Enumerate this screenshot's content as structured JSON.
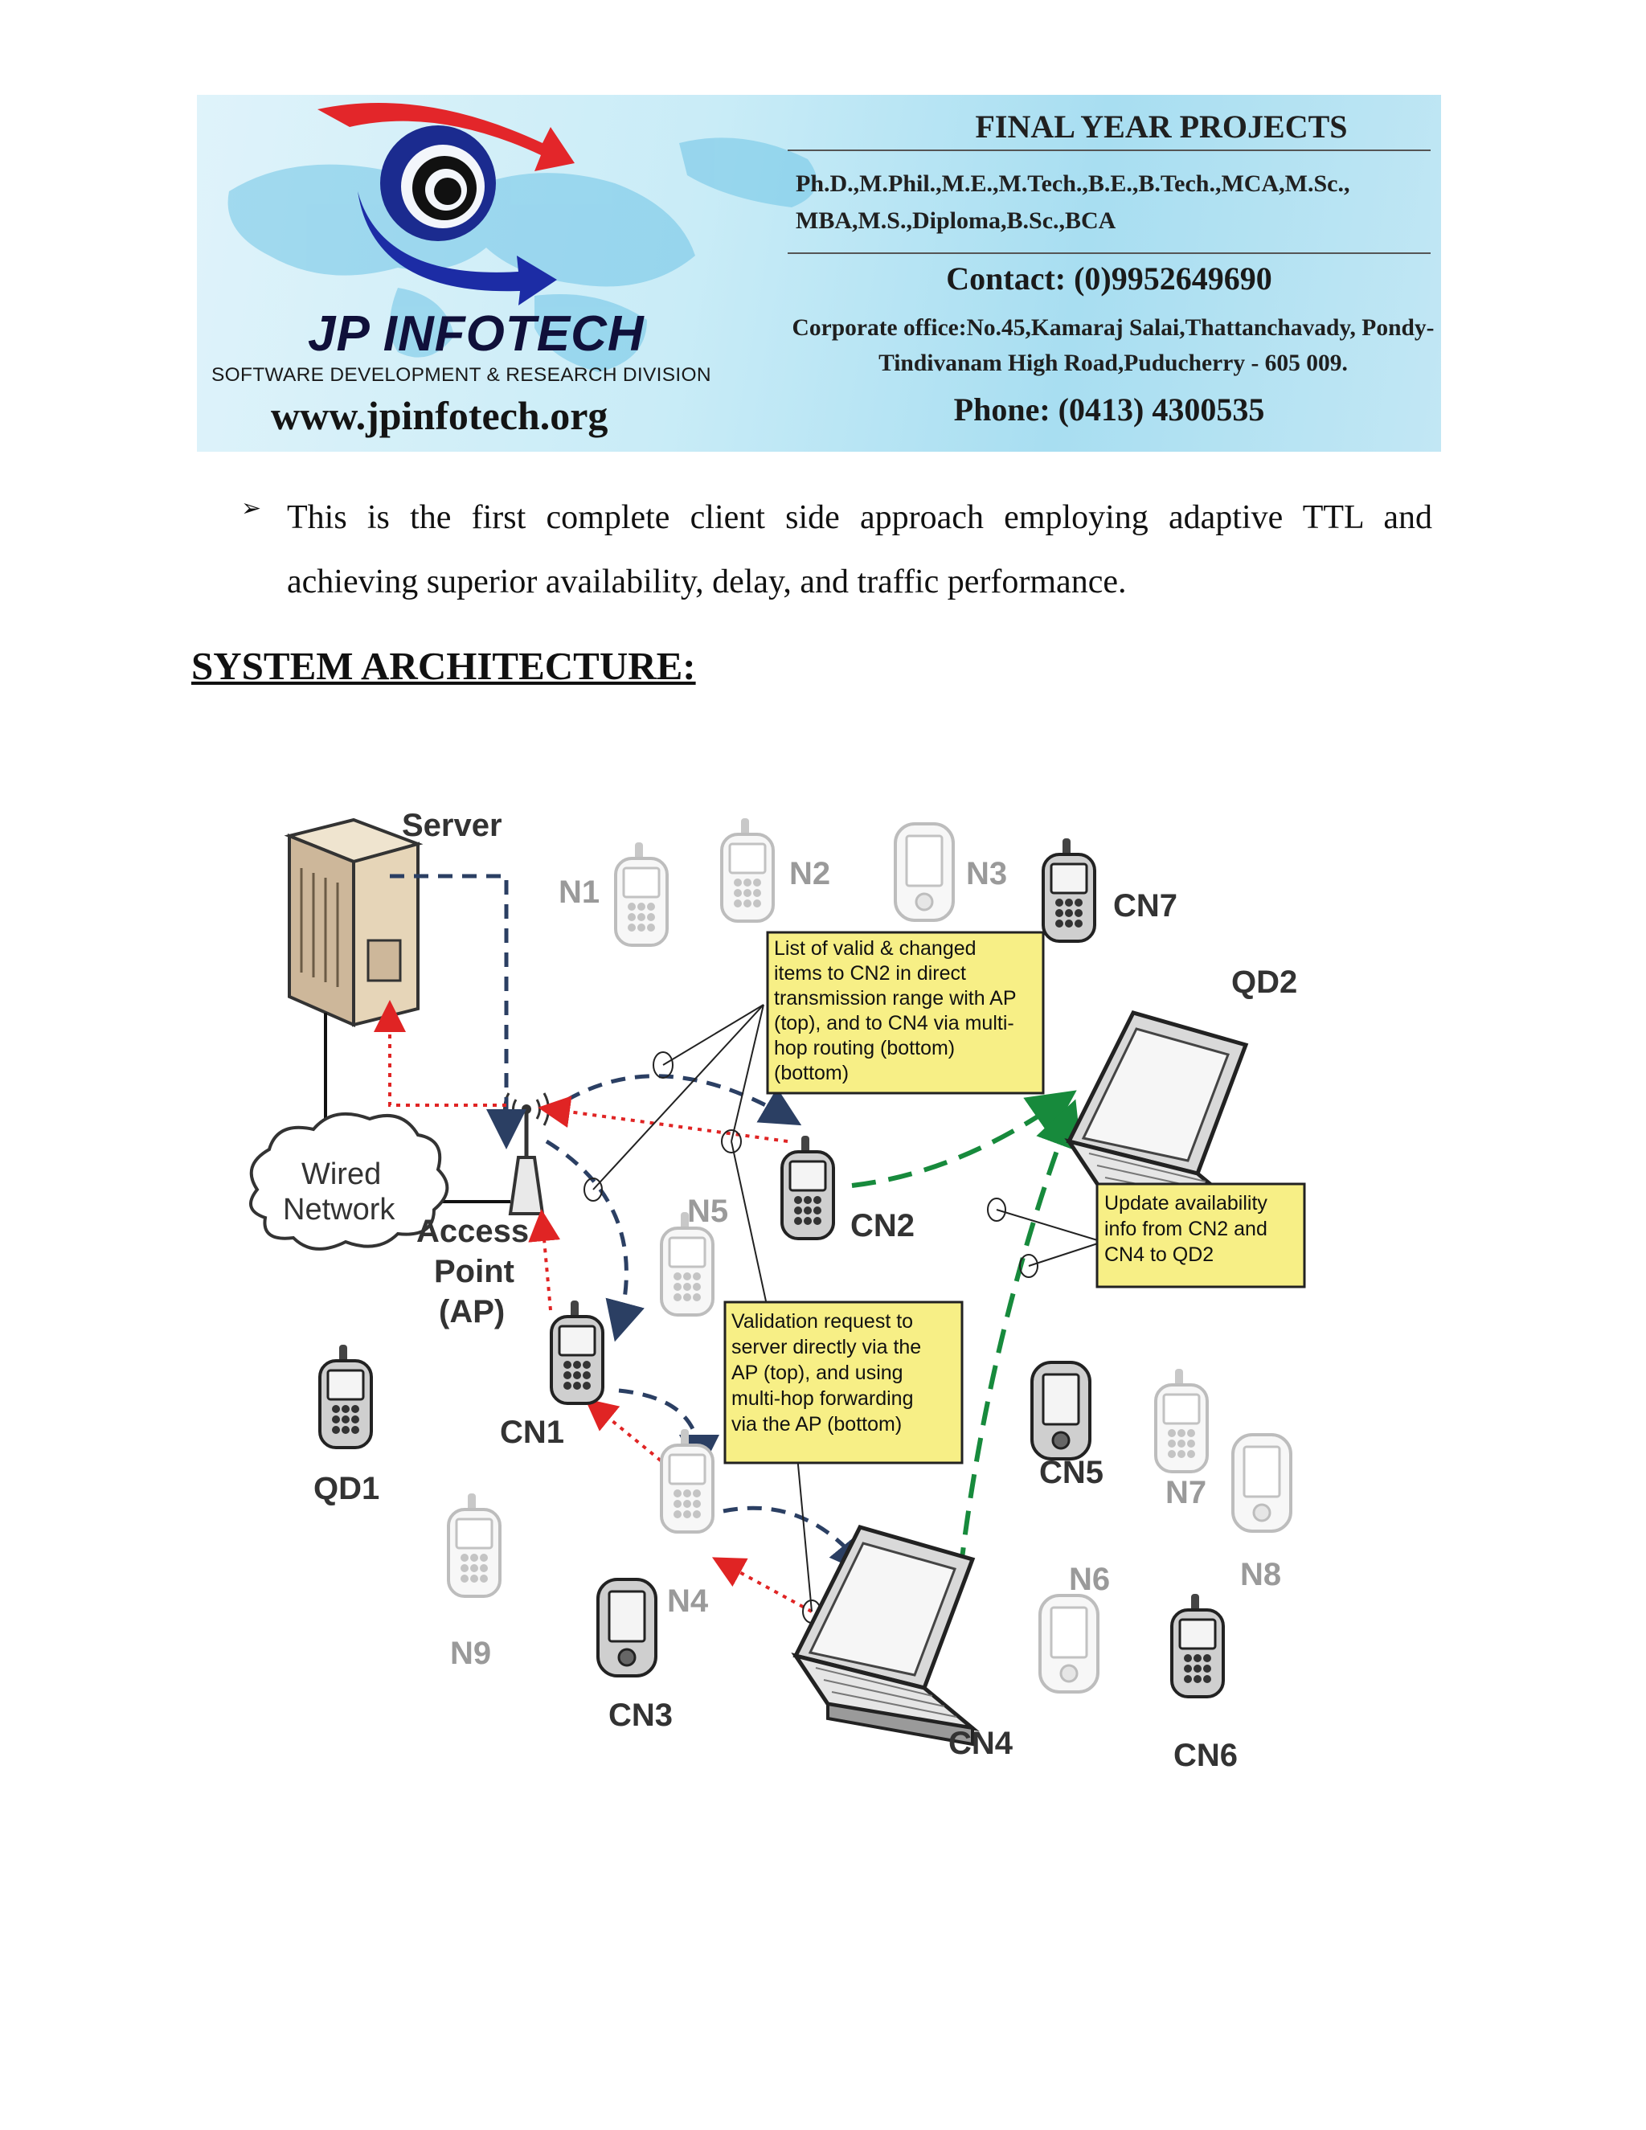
{
  "banner": {
    "brand_name": "JP INFOTECH",
    "division": "SOFTWARE DEVELOPMENT & RESEARCH DIVISION",
    "website": "www.jpinfotech.org",
    "title": "FINAL YEAR PROJECTS",
    "degrees": "Ph.D.,M.Phil.,M.E.,M.Tech.,B.E.,B.Tech.,MCA,M.Sc., MBA,M.S.,Diploma,B.Sc.,BCA",
    "contact": "Contact: (0)9952649690",
    "address": "Corporate office:No.45,Kamaraj Salai,Thattanchavady, Pondy-Tindivanam High Road,Puducherry - 605 009.",
    "phone": "Phone: (0413) 4300535"
  },
  "content": {
    "bullet_text": "This is the first complete client side approach employing adaptive TTL and achieving superior availability, delay, and traffic performance.",
    "section_heading": "SYSTEM ARCHITECTURE:"
  },
  "diagram": {
    "labels": {
      "server": "Server",
      "wired_1": "Wired",
      "wired_2": "Network",
      "ap_1": "Access",
      "ap_2": "Point",
      "ap_3": "(AP)",
      "n1": "N1",
      "n2": "N2",
      "n3": "N3",
      "n4": "N4",
      "n5": "N5",
      "n6": "N6",
      "n7": "N7",
      "n8": "N8",
      "n9": "N9",
      "cn1": "CN1",
      "cn2": "CN2",
      "cn3": "CN3",
      "cn4": "CN4",
      "cn5": "CN5",
      "cn6": "CN6",
      "cn7": "CN7",
      "qd1": "QD1",
      "qd2": "QD2"
    },
    "callouts": {
      "list_valid": [
        "List of valid & changed",
        "items to CN2 in direct",
        "transmission range with AP",
        "(top), and to CN4 via multi-",
        "hop routing (bottom)",
        "(bottom)"
      ],
      "update_availability": [
        "Update availability",
        "info from CN2 and",
        "CN4 to QD2"
      ],
      "validation_request": [
        "Validation request to",
        "server directly via the",
        "AP (top), and using",
        "multi-hop forwarding",
        "via the AP (bottom)"
      ]
    },
    "colors": {
      "dark_dashed": "#2b3f63",
      "red_dotted": "#e02424",
      "green_dashed": "#178a3c",
      "callout_fill": "#f7ef86"
    }
  }
}
